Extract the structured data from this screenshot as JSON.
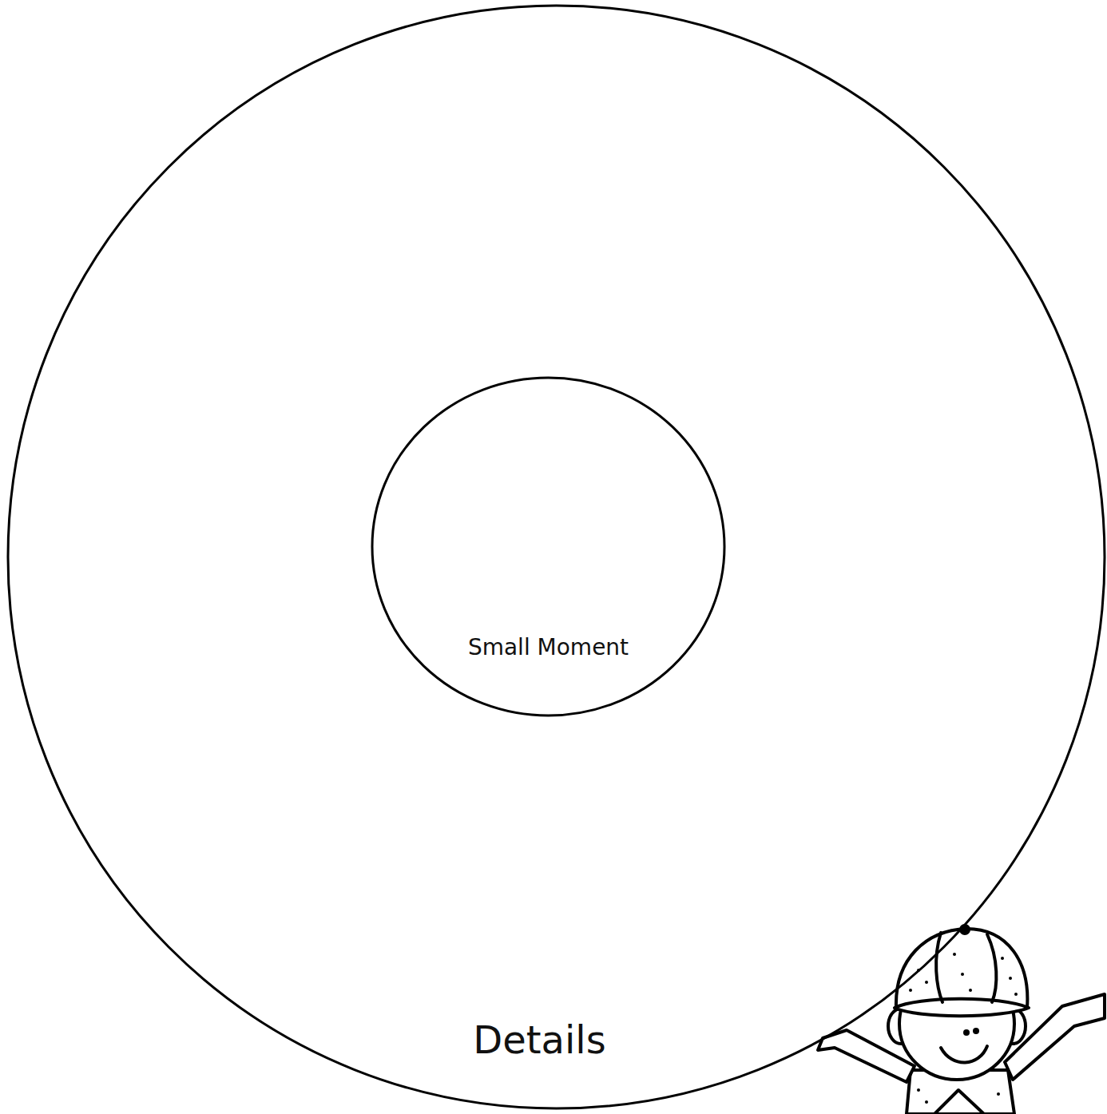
{
  "diagram": {
    "nodes": [
      {
        "text": [
          "Details"
        ]
      },
      {
        "text": [
          "Small Moment"
        ],
        "in": 0
      }
    ]
  }
}
